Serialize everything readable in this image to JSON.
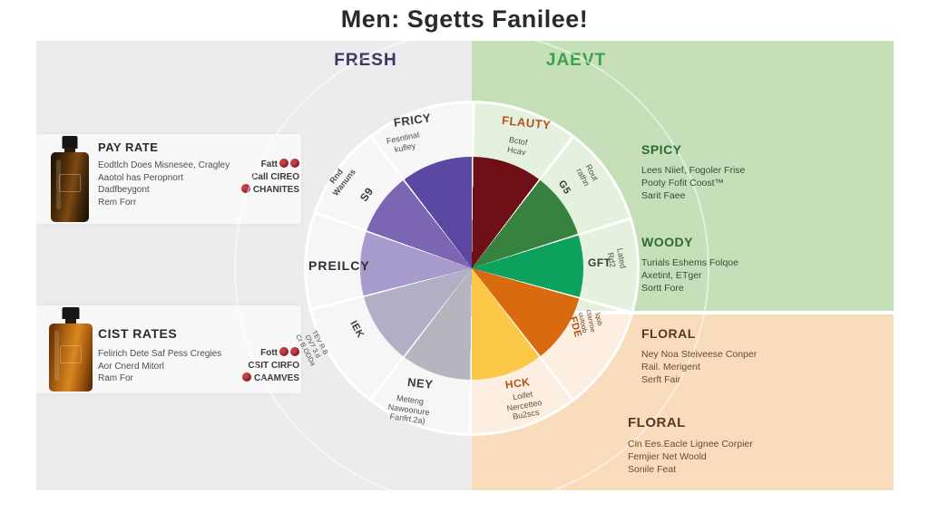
{
  "title": "Men: Sgetts Fanilee!",
  "headers": {
    "left": "FRESH",
    "right": "JAEVT"
  },
  "colors": {
    "fresh_header": "#3b3563",
    "jaevt_header": "#3da04f",
    "gray_panel": "#ececee",
    "green_panel": "#c5dfb9",
    "peach_panel": "#f9dcbc",
    "badge_red": "#8c1420",
    "green_title": "#2d6a35",
    "floral_title": "#573a24"
  },
  "products": [
    {
      "name": "PAY RATE",
      "desc": "Eodtlch Does Misnesee, Cragley\nAaotol has Peropnort\nDadfbeygont\nRem Forr",
      "meta1": "Fatt",
      "meta2": "Call CIREO",
      "meta3": "CHANITES"
    },
    {
      "name": "CIST RATES",
      "desc": "Felirich Dete Saf Pess Cregies\nAor Cnerd Mitorl\nRam For",
      "meta1": "Fott",
      "meta2": "CSIT CIRFO",
      "meta3": "CAAMVES"
    }
  ],
  "wheel": {
    "labels": {
      "fricy": {
        "title": "FRICY",
        "sub": "Fesntinat\nkufley"
      },
      "flauty": {
        "title": "FLAUTY",
        "sub": "Bctof\nHcav"
      },
      "gs": {
        "title": "G5",
        "sub": "Rout\nrathn"
      },
      "gft": {
        "title": "GFT",
        "sub": "Lated\nRd2"
      },
      "fde": {
        "title": "FDE",
        "sub": "Iqob\nctanroe\nuutoob"
      },
      "hck": {
        "title": "HCK",
        "sub": "Loifet\nNercetteo\nBu2scs"
      },
      "ney": {
        "title": "NEY",
        "sub": "Meteng\nNawoonure\nFanfrt.2a)"
      },
      "iek": {
        "title": "IEK",
        "sub": "TEV R.B\nOV7 3.d\nCr B.ODDa"
      },
      "preilcy": {
        "title": "PREILCY"
      },
      "rnd": {
        "title": "S9",
        "sub": "Rnd\nWanuns"
      }
    },
    "segments": [
      {
        "from": 0,
        "to": 37,
        "color": "#6f0f16"
      },
      {
        "from": 37,
        "to": 72,
        "color": "#36823e"
      },
      {
        "from": 72,
        "to": 105,
        "color": "#0ca15c"
      },
      {
        "from": 105,
        "to": 142,
        "color": "#d96a10"
      },
      {
        "from": 142,
        "to": 180,
        "color": "#fbc847"
      },
      {
        "from": 180,
        "to": 217,
        "color": "#b5b6bd"
      },
      {
        "from": 217,
        "to": 255,
        "color": "#b1afc6"
      },
      {
        "from": 255,
        "to": 289,
        "color": "#a79bce"
      },
      {
        "from": 289,
        "to": 322,
        "color": "#7b66b4"
      },
      {
        "from": 322,
        "to": 360,
        "color": "#5c48a3"
      }
    ]
  },
  "categories": [
    {
      "title": "SPICY",
      "lines": "Lees Niief, Fogoler Frise\nPooty Fofit Coost™\nSarit Faee"
    },
    {
      "title": "WOODY",
      "lines": "Turials Eshems Folqoe\nAxetint, ETger\nSortt Fore"
    },
    {
      "title": "FLORAL",
      "lines": "Ney Noa Steiveese Conper\nRail. Merigent\nSerft Fair"
    },
    {
      "title": "FLORAL",
      "lines": "Cin Ees.Eacle Lignee Corpier\nFemjier Net Woold\nSonile Feat"
    }
  ]
}
